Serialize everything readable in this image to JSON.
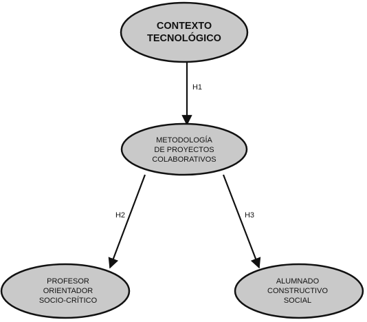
{
  "nodes": {
    "contexto": {
      "lines": [
        "CONTEXTO",
        "TECNOLÓGICO"
      ]
    },
    "metodologia": {
      "lines": [
        "METODOLOGÍA",
        "DE PROYECTOS",
        "COLABORATIVOS"
      ]
    },
    "profesor": {
      "lines": [
        "PROFESOR",
        "ORIENTADOR",
        "SOCIO-CRÍTICO"
      ]
    },
    "alumnado": {
      "lines": [
        "ALUMNADO",
        "CONSTRUCTIVO",
        "SOCIAL"
      ]
    }
  },
  "edges": {
    "h1": {
      "label": "H1"
    },
    "h2": {
      "label": "H2"
    },
    "h3": {
      "label": "H3"
    }
  },
  "colors": {
    "node_fill": "#c9c9c9",
    "stroke": "#111111",
    "background": "#ffffff"
  }
}
